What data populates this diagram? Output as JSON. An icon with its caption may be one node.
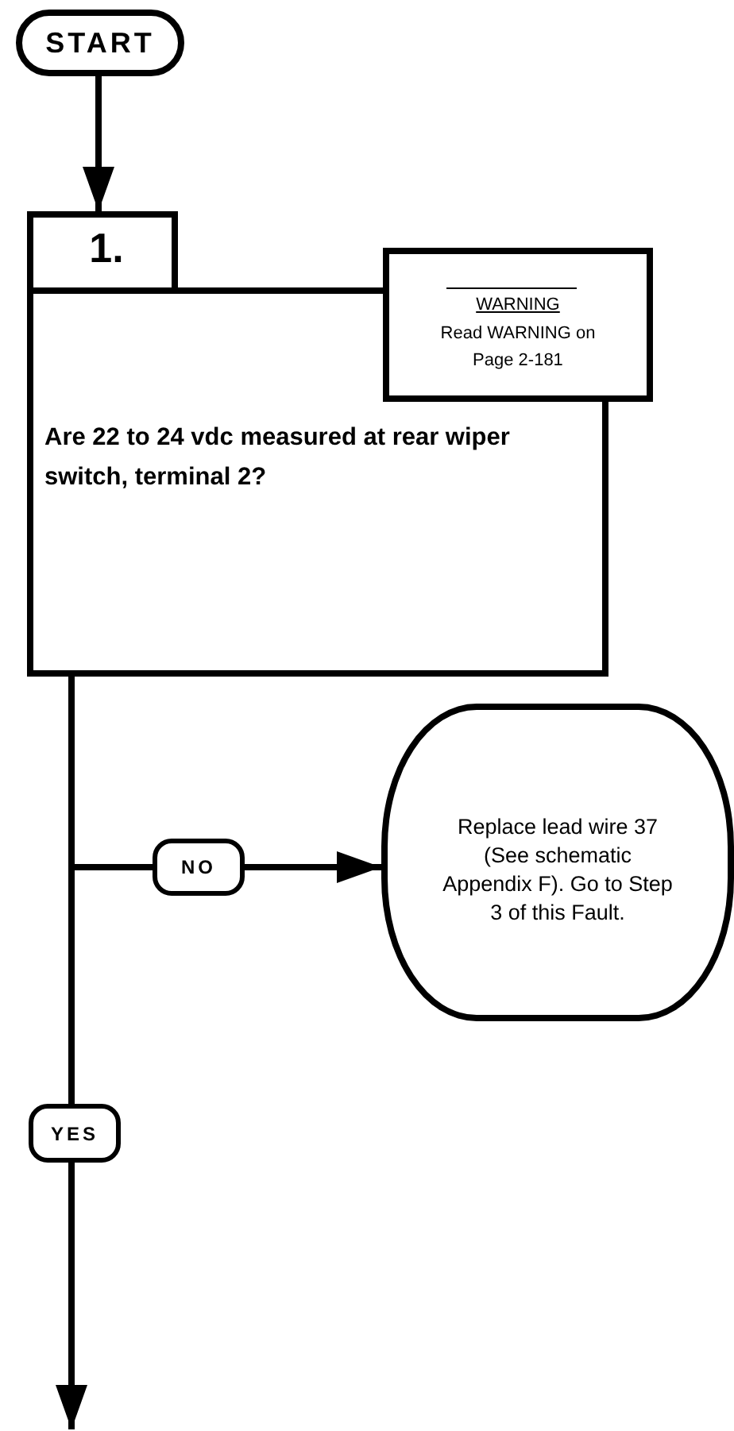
{
  "diagram": {
    "nodes": [
      {
        "text": [
          "START"
        ]
      },
      {
        "text": [
          "1.",
          "Are 22 to 24 vdc measured at rear wiper switch, terminal 2?"
        ]
      },
      {
        "text": [
          "WARNING",
          "Read WARNING on Page 2-181"
        ]
      },
      {
        "text": [
          "Replace lead wire 37 (See schematic Appendix F).  Go to Step 3 of this Fault."
        ]
      }
    ],
    "edges": [
      {
        "from": 0,
        "to": 1,
        "arrow": "to"
      },
      {
        "from": 1,
        "to": 3,
        "arrow": "to",
        "label": "NO"
      },
      {
        "from": 1,
        "to": null,
        "arrow": "to",
        "label": "YES"
      }
    ]
  }
}
